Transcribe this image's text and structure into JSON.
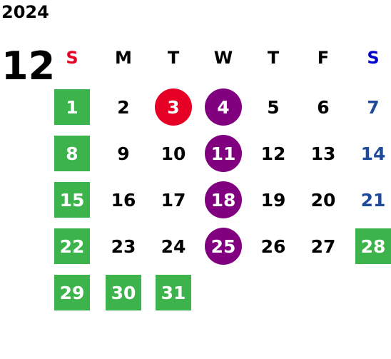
{
  "year": "2024",
  "month": "12",
  "weekdays": [
    "S",
    "M",
    "T",
    "W",
    "T",
    "F",
    "S"
  ],
  "colors": {
    "holiday_green": "#3cb44b",
    "marked_red": "#e60026",
    "marked_purple": "#800080",
    "saturday_blue": "#1f4a9a"
  },
  "days": [
    {
      "n": "1",
      "style": "green"
    },
    {
      "n": "2",
      "style": "plain"
    },
    {
      "n": "3",
      "style": "red"
    },
    {
      "n": "4",
      "style": "purple"
    },
    {
      "n": "5",
      "style": "plain"
    },
    {
      "n": "6",
      "style": "plain"
    },
    {
      "n": "7",
      "style": "sat"
    },
    {
      "n": "8",
      "style": "green"
    },
    {
      "n": "9",
      "style": "plain"
    },
    {
      "n": "10",
      "style": "plain"
    },
    {
      "n": "11",
      "style": "purple"
    },
    {
      "n": "12",
      "style": "plain"
    },
    {
      "n": "13",
      "style": "plain"
    },
    {
      "n": "14",
      "style": "sat"
    },
    {
      "n": "15",
      "style": "green"
    },
    {
      "n": "16",
      "style": "plain"
    },
    {
      "n": "17",
      "style": "plain"
    },
    {
      "n": "18",
      "style": "purple"
    },
    {
      "n": "19",
      "style": "plain"
    },
    {
      "n": "20",
      "style": "plain"
    },
    {
      "n": "21",
      "style": "sat"
    },
    {
      "n": "22",
      "style": "green"
    },
    {
      "n": "23",
      "style": "plain"
    },
    {
      "n": "24",
      "style": "plain"
    },
    {
      "n": "25",
      "style": "purple"
    },
    {
      "n": "26",
      "style": "plain"
    },
    {
      "n": "27",
      "style": "plain"
    },
    {
      "n": "28",
      "style": "green"
    },
    {
      "n": "29",
      "style": "green"
    },
    {
      "n": "30",
      "style": "green"
    },
    {
      "n": "31",
      "style": "green"
    }
  ]
}
